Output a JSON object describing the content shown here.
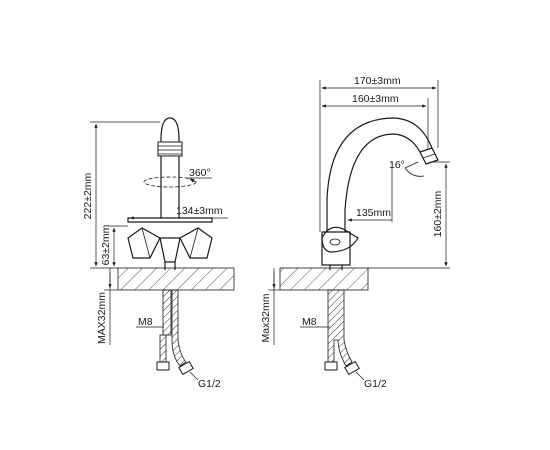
{
  "front_view": {
    "height_total": "222±2mm",
    "rotation": "360°",
    "spread": "134±3mm",
    "handle_height": "63±2mm",
    "max_counter": "MAX32mm",
    "thread": "M8",
    "connection": "G1/2"
  },
  "side_view": {
    "reach_outer": "170±3mm",
    "reach_inner": "160±3mm",
    "angle": "16°",
    "handle_reach": "135mm",
    "spout_height": "160±2mm",
    "max_counter": "Max32mm",
    "thread": "M8",
    "connection": "G1/2"
  },
  "colors": {
    "line": "#1a1a1a",
    "hatch": "#444444"
  }
}
